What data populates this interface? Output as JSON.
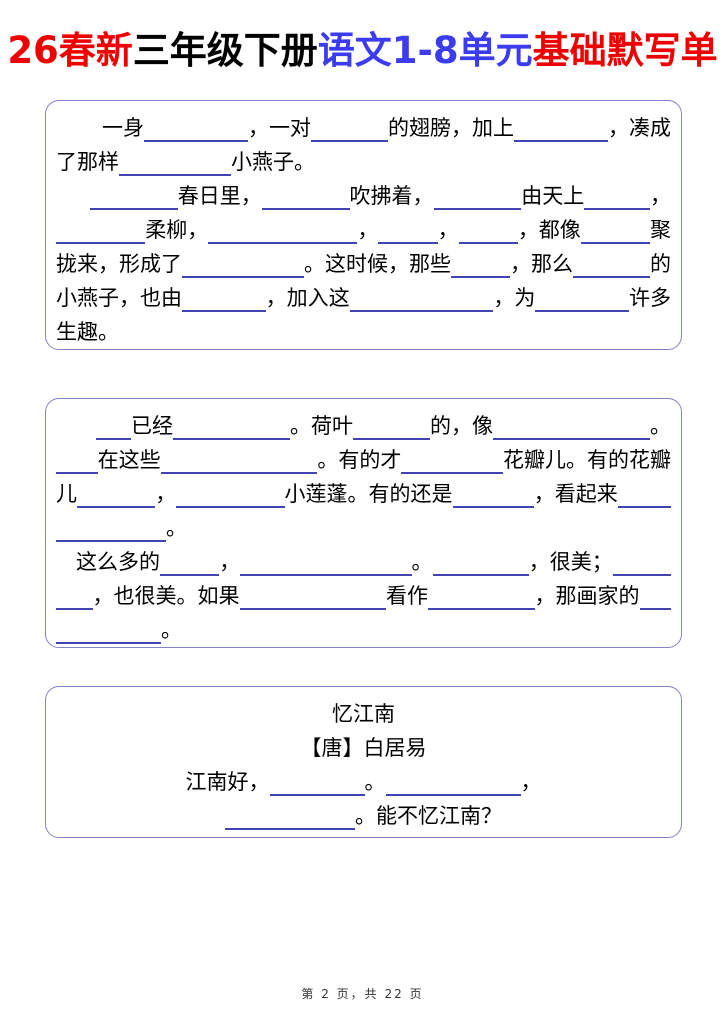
{
  "title": {
    "segments": [
      {
        "text": "26春新",
        "color": "#ee0000"
      },
      {
        "text": "三年级下册",
        "color": "#000000"
      },
      {
        "text": "语文1-8单元",
        "color": "#3b3bef"
      },
      {
        "text": "基础默写单",
        "color": "#ee0000"
      }
    ]
  },
  "colors": {
    "accent_red": "#ee0000",
    "accent_blue": "#3b3bef",
    "underline": "#4343b4",
    "border": "#8282c6"
  },
  "boxes": [
    {
      "name": "passage-swallow",
      "lines": [
        {
          "indent": 46,
          "justify": true,
          "parts": [
            {
              "t": "一身"
            },
            {
              "b": 95
            },
            {
              "t": "，一对"
            },
            {
              "b": 68
            },
            {
              "t": "的翅膀，加上"
            },
            {
              "b": 85
            },
            {
              "t": "，凑成"
            }
          ]
        },
        {
          "parts": [
            {
              "t": "了那样"
            },
            {
              "b": 112
            },
            {
              "t": "小燕子。"
            }
          ]
        },
        {
          "indent": 34,
          "justify": true,
          "parts": [
            {
              "b": 60
            },
            {
              "t": "春日里，"
            },
            {
              "b": 60
            },
            {
              "t": "吹拂着，"
            },
            {
              "b": 60
            },
            {
              "t": "由天上"
            },
            {
              "b": 38
            },
            {
              "t": "，"
            }
          ]
        },
        {
          "justify": true,
          "parts": [
            {
              "b": 75
            },
            {
              "t": "柔柳，"
            },
            {
              "b": 135
            },
            {
              "t": "，"
            },
            {
              "b": 45
            },
            {
              "t": "，"
            },
            {
              "b": 45
            },
            {
              "t": "，都像"
            },
            {
              "b": 55
            },
            {
              "t": "聚"
            }
          ]
        },
        {
          "justify": true,
          "parts": [
            {
              "t": "拢来，形成了"
            },
            {
              "b": 113
            },
            {
              "t": "。这时候，那些"
            },
            {
              "b": 50
            },
            {
              "t": "，那么"
            },
            {
              "b": 68
            },
            {
              "t": "的"
            }
          ]
        },
        {
          "justify": true,
          "parts": [
            {
              "t": "小燕子，也由"
            },
            {
              "b": 67
            },
            {
              "t": "，加入这"
            },
            {
              "b": 127
            },
            {
              "t": "，为"
            },
            {
              "b": 77
            },
            {
              "t": "许多"
            }
          ]
        },
        {
          "parts": [
            {
              "t": "生趣。"
            }
          ]
        }
      ]
    },
    {
      "name": "passage-lotus",
      "lines": [
        {
          "indent": 40,
          "justify": true,
          "parts": [
            {
              "b": 28
            },
            {
              "t": "已经"
            },
            {
              "b": 110
            },
            {
              "t": "。荷叶"
            },
            {
              "b": 70
            },
            {
              "t": "的，像"
            },
            {
              "b": 150
            },
            {
              "t": "。"
            }
          ]
        },
        {
          "justify": true,
          "parts": [
            {
              "b": 30
            },
            {
              "t": "在这些"
            },
            {
              "b": 145
            },
            {
              "t": "。有的才"
            },
            {
              "b": 90
            },
            {
              "t": "花瓣儿。有的花瓣"
            }
          ]
        },
        {
          "justify": true,
          "parts": [
            {
              "t": "儿"
            },
            {
              "b": 75
            },
            {
              "t": "，"
            },
            {
              "b": 105
            },
            {
              "t": "小莲蓬。有的还是"
            },
            {
              "b": 78
            },
            {
              "t": "，看起来"
            },
            {
              "b": 50
            }
          ]
        },
        {
          "parts": [
            {
              "b": 110
            },
            {
              "t": "。"
            }
          ]
        },
        {
          "indent": 20,
          "justify": true,
          "parts": [
            {
              "t": "这么多的"
            },
            {
              "b": 53
            },
            {
              "t": "，"
            },
            {
              "b": 165
            },
            {
              "t": "。"
            },
            {
              "b": 90
            },
            {
              "t": "，很美；"
            },
            {
              "b": 52
            }
          ]
        },
        {
          "justify": true,
          "parts": [
            {
              "b": 30
            },
            {
              "t": "，也很美。如果"
            },
            {
              "b": 140
            },
            {
              "t": "看作"
            },
            {
              "b": 100
            },
            {
              "t": "，那画家的"
            },
            {
              "b": 25
            }
          ]
        },
        {
          "parts": [
            {
              "b": 105
            },
            {
              "t": "。"
            }
          ]
        }
      ]
    },
    {
      "name": "poem-yijiangnan",
      "lines": [
        {
          "center": true,
          "parts": [
            {
              "t": "忆江南"
            }
          ]
        },
        {
          "center": true,
          "parts": [
            {
              "t": "【唐】白居易"
            }
          ]
        },
        {
          "center": true,
          "parts": [
            {
              "t": "江南好，"
            },
            {
              "b": 95
            },
            {
              "t": "。"
            },
            {
              "b": 135
            },
            {
              "t": "，"
            }
          ]
        },
        {
          "center": true,
          "parts": [
            {
              "b": 130
            },
            {
              "t": "。能不忆江南？"
            }
          ]
        }
      ]
    }
  ],
  "footer": {
    "text": "第 2 页，共 22 页"
  }
}
